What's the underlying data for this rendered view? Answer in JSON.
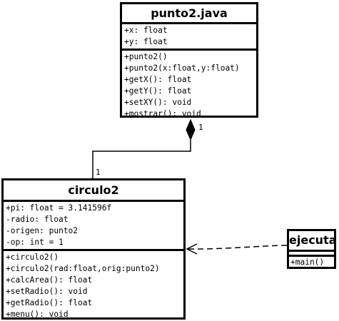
{
  "classes": {
    "punto2": {
      "name": "punto2.java",
      "attributes": [
        "+x: float",
        "+y: float"
      ],
      "methods": [
        "+punto2()",
        "+punto2(x:float,y:float)",
        "+getX(): float",
        "+getY(): float",
        "+setXY(): void",
        "+mostrar(): void"
      ]
    },
    "circulo2": {
      "name": "circulo2",
      "attributes": [
        "+pi: float = 3.141596f",
        "-radio: float",
        "-origen: punto2",
        "-op: int = 1"
      ],
      "methods": [
        "+circulo2()",
        "+circulo2(rad:float,orig:punto2)",
        "+calcArea(): float",
        "+setRadio(): void",
        "+getRadio(): float",
        "+menu(): void"
      ]
    },
    "ejecuta": {
      "name": "ejecuta",
      "attributes": [],
      "methods": [
        "+main()"
      ]
    }
  },
  "relations": {
    "composition": {
      "multiplicity_whole": "1",
      "multiplicity_part": "1"
    },
    "dependency": {}
  }
}
